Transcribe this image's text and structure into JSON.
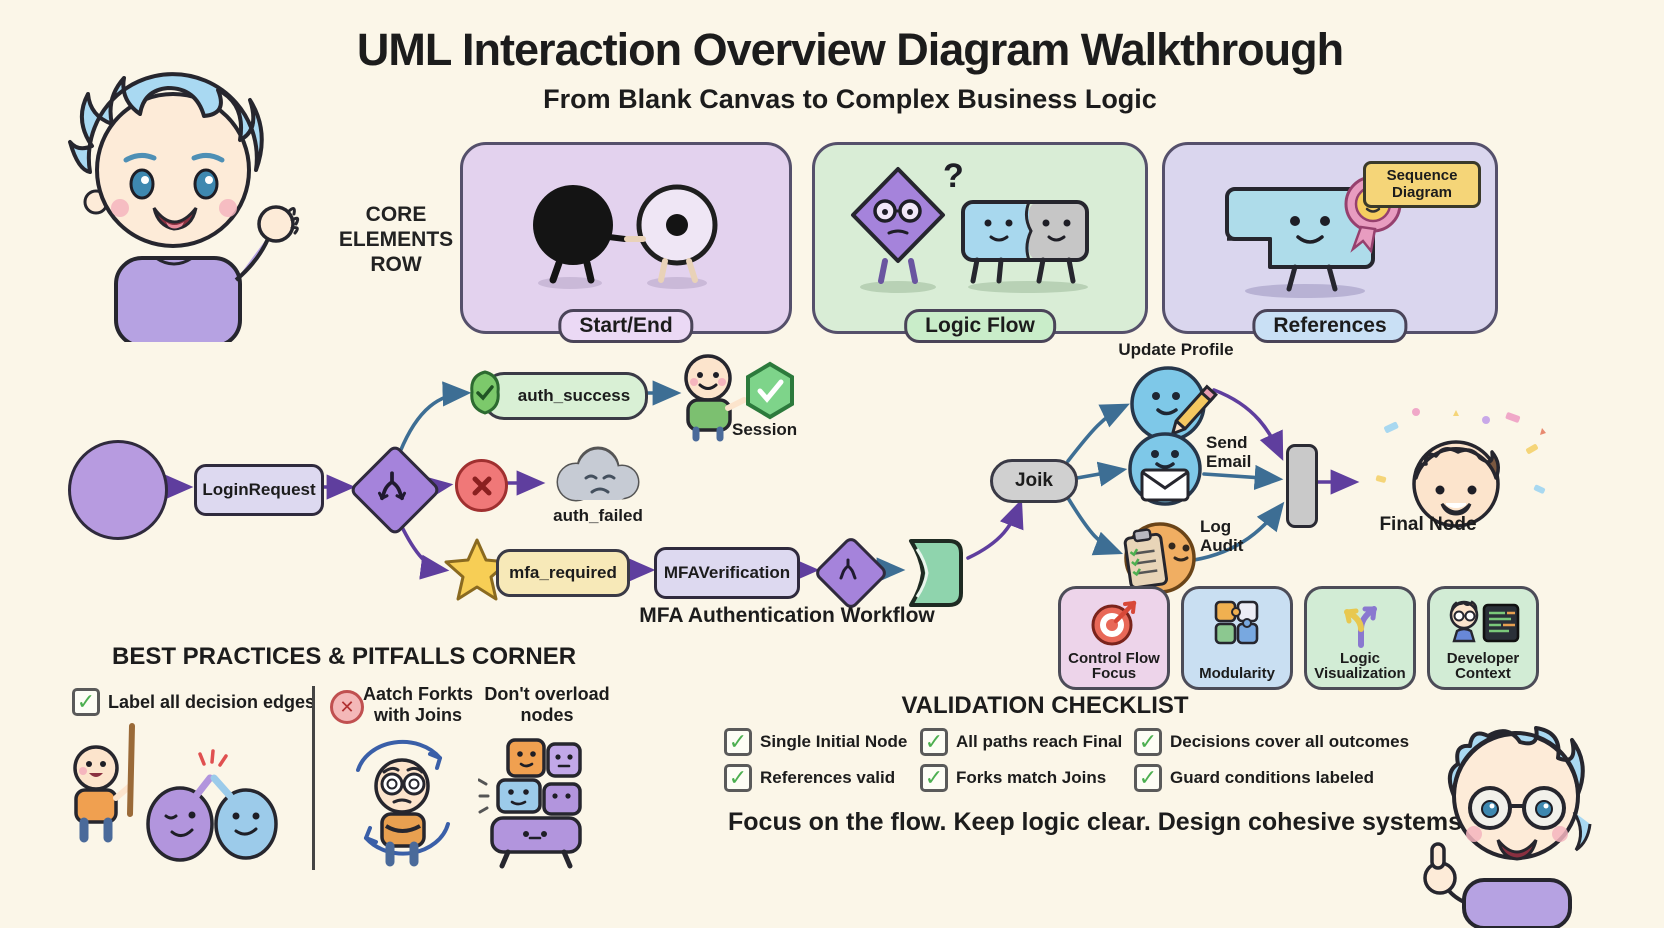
{
  "header": {
    "title": "UML Interaction Overview Diagram Walkthrough",
    "subtitle": "From Blank Canvas to Complex Business Logic"
  },
  "core_row": {
    "label": "CORE ELEMENTS ROW",
    "cards": [
      {
        "label": "Start/End"
      },
      {
        "label": "Logic Flow",
        "question_mark": "?"
      },
      {
        "label": "References",
        "badge": "Sequence Diagram"
      }
    ]
  },
  "flow": {
    "login_request": "LoginRequest",
    "auth_success": "auth_success",
    "session_label": "Session",
    "auth_failed": "auth_failed",
    "mfa_required": "mfa_required",
    "mfa_verification": "MFAVerification",
    "workflow_caption": "MFA Authentication Workflow",
    "join_label": "Joik",
    "update_profile": "Update Profile",
    "send_email": "Send Email",
    "log_audit": "Log Audit",
    "final_node": "Final Node"
  },
  "best_practices": {
    "title": "BEST PRACTICES & PITFALLS CORNER",
    "do_item": "Label all decision edges",
    "dont_item_1": "Aatch Forkts with Joins",
    "dont_item_2": "Don't overload nodes"
  },
  "badges": [
    {
      "label": "Control Flow Focus"
    },
    {
      "label": "Modularity"
    },
    {
      "label": "Logic Visualization"
    },
    {
      "label": "Developer Context"
    }
  ],
  "checklist": {
    "title": "VALIDATION CHECKLIST",
    "items": [
      "Single Initial Node",
      "All paths reach Final",
      "Decisions cover all outcomes",
      "References valid",
      "Forks match Joins",
      "Guard conditions labeled"
    ]
  },
  "tagline": "Focus on the flow. Keep logic clear. Design cohesive systems.",
  "colors": {
    "background": "#FBF6E8",
    "start_end_card": "#E3D2EE",
    "logic_flow_card": "#D9EDD6",
    "references_card": "#DAD6EE",
    "arrow_blue": "#3D6E94",
    "arrow_purple": "#5F3E9E"
  }
}
